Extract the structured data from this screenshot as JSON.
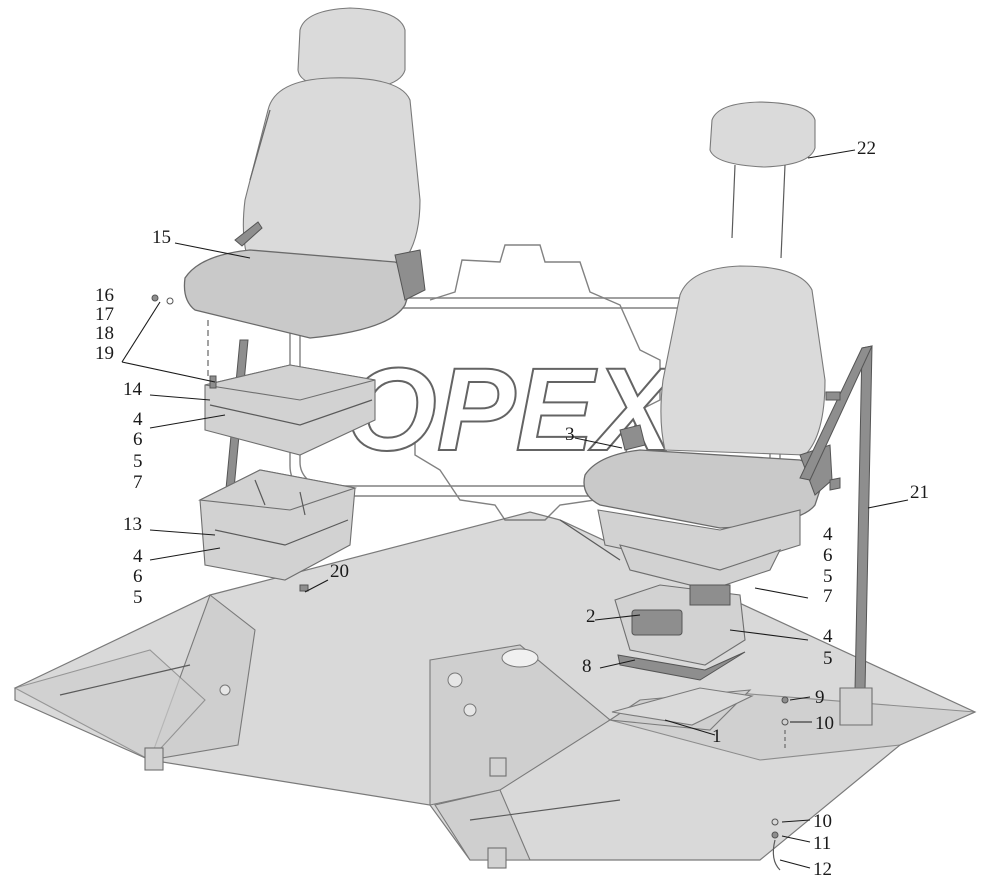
{
  "watermark": {
    "text": "OPEX"
  },
  "callouts": {
    "c1": "1",
    "c2": "2",
    "c3": "3",
    "c4a": "4",
    "c4b": "4",
    "c4c": "4",
    "c4d": "4",
    "c5a": "5",
    "c5b": "5",
    "c5c": "5",
    "c5d": "5",
    "c6a": "6",
    "c6b": "6",
    "c6c": "6",
    "c7a": "7",
    "c7b": "7",
    "c8": "8",
    "c9": "9",
    "c10a": "10",
    "c10b": "10",
    "c11": "11",
    "c12": "12",
    "c13": "13",
    "c14": "14",
    "c15": "15",
    "c16": "16",
    "c17": "17",
    "c18": "18",
    "c19": "19",
    "c20": "20",
    "c21": "21",
    "c22": "22"
  }
}
